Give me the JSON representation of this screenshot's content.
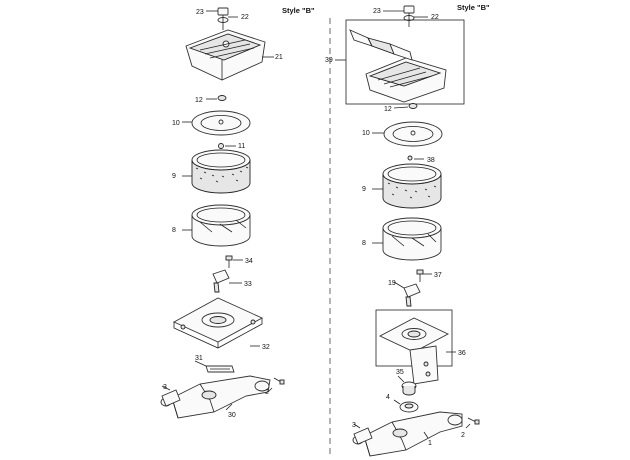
{
  "left": {
    "style_label": "Style \"B\"",
    "callouts": [
      "23",
      "22",
      "21",
      "12",
      "10",
      "11",
      "9",
      "8",
      "34",
      "33",
      "32",
      "31",
      "3",
      "2",
      "30"
    ]
  },
  "right": {
    "style_label": "Style \"B\"",
    "callouts": [
      "23",
      "22",
      "39",
      "12",
      "10",
      "38",
      "9",
      "8",
      "19",
      "37",
      "36",
      "35",
      "4",
      "3",
      "2",
      "1"
    ]
  }
}
